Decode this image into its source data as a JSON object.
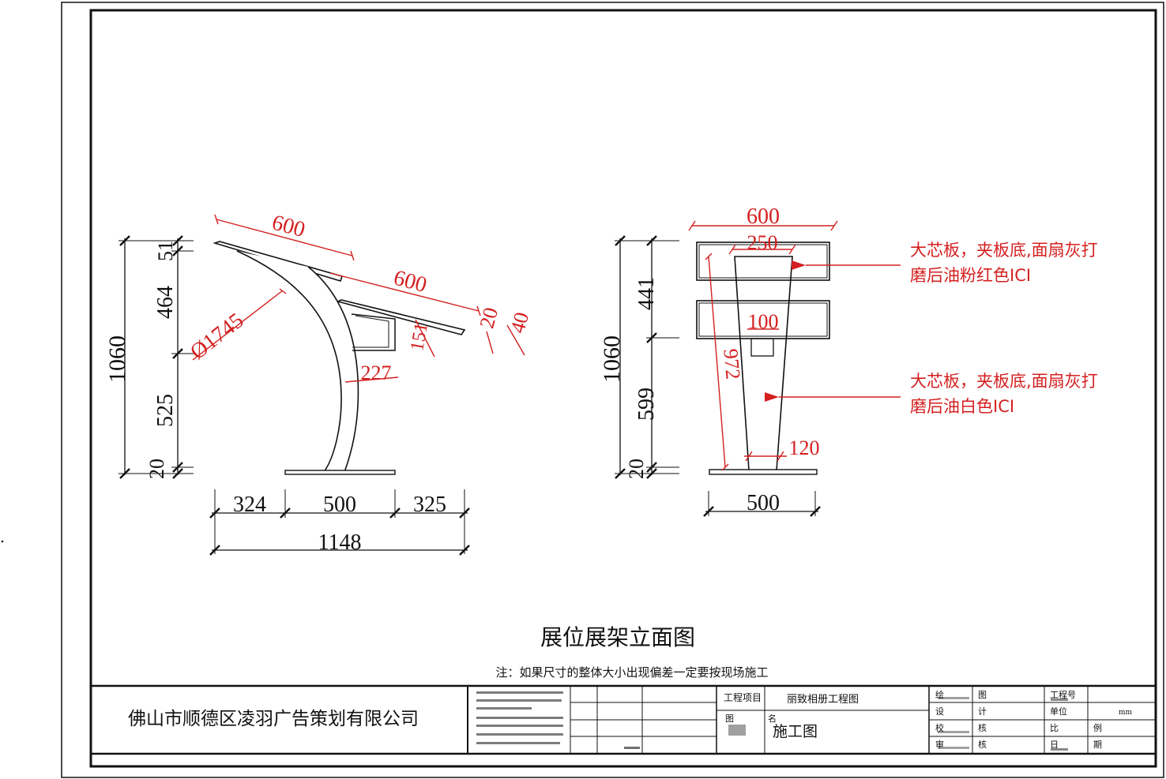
{
  "drawing": {
    "title": "展位展架立面图",
    "note": "注：如果尺寸的整体大小出现偏差一定要按现场施工",
    "colors": {
      "dimension_red": "#d42020",
      "line_black": "#111111",
      "paper": "#ffffff"
    }
  },
  "side_view": {
    "total_height": "1060",
    "segments": [
      "51",
      "464",
      "525",
      "20"
    ],
    "upper_shelf_width": "600",
    "lower_shelf_width": "600",
    "radius": "Ø1745",
    "bracket_height": "151",
    "bracket_width": "227",
    "shelf_thickness_a": "20",
    "shelf_thickness_b": "40",
    "base_left": "324",
    "base_mid": "500",
    "base_right": "325",
    "base_total": "1148"
  },
  "front_view": {
    "total_height": "1060",
    "segments": [
      "441",
      "599",
      "20"
    ],
    "top_width": "600",
    "post_top_width": "250",
    "post_inner_width": "100",
    "post_bottom_width": "120",
    "slant_length": "972",
    "base_width": "500"
  },
  "annotations": [
    {
      "line1": "大芯板，夹板底,面扇灰打",
      "line2": "磨后油粉红色ICI"
    },
    {
      "line1": "大芯板，夹板底,面扇灰打",
      "line2": "磨后油白色ICI"
    }
  ],
  "title_block": {
    "company": "佛山市顺德区凌羽广告策划有限公司",
    "project_label": "工程项目",
    "project_value": "丽致相册工程图",
    "drawing_label_a": "图",
    "drawing_label_b": "名",
    "drawing_name": "施工图",
    "cells": {
      "draw": "绘",
      "figure": "图",
      "project_no": "工程号",
      "design": "设",
      "plan": "计",
      "unit": "单位",
      "unit_value": "mm",
      "check": "校",
      "verify": "核",
      "ratio": "比",
      "example": "例",
      "audit": "审",
      "approve": "核",
      "day": "日",
      "period": "期"
    }
  }
}
